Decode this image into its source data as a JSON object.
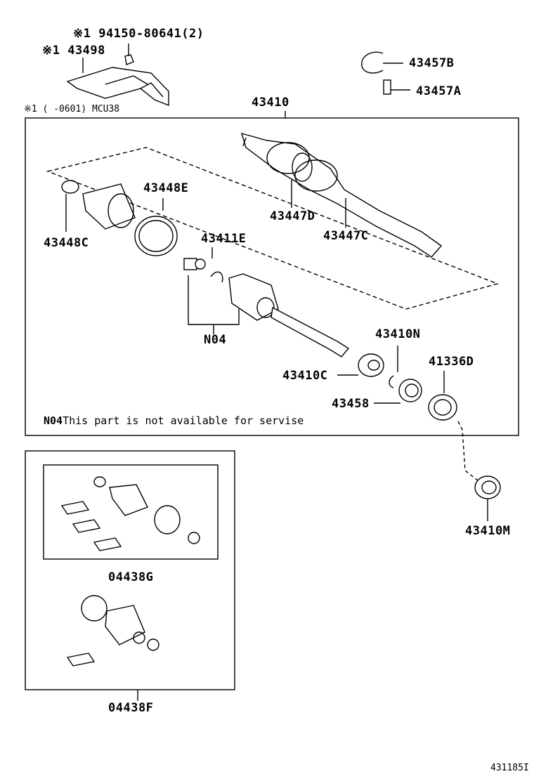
{
  "callouts": {
    "bolt": "※1 94150-80641(2)",
    "cover": "※1 43498",
    "p43457B": "43457B",
    "p43457A": "43457A",
    "assembly": "43410",
    "p43448E": "43448E",
    "p43448C": "43448C",
    "p43447D": "43447D",
    "p43447C": "43447C",
    "p43411E": "43411E",
    "n04": "N04",
    "p43410N": "43410N",
    "p43410C": "43410C",
    "p41336D": "41336D",
    "p43458": "43458",
    "p43410M": "43410M",
    "kitG": "04438G",
    "kitF": "04438F"
  },
  "notes": {
    "applicability": "※1 (      -0601) MCU38",
    "n04_prefix": "N04",
    "n04_text": "This part is not available for servise",
    "figure_id": "431185I"
  }
}
